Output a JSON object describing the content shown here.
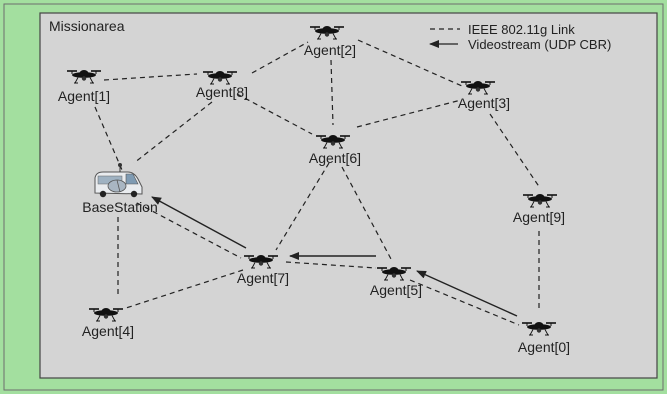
{
  "area": {
    "title": "Missionarea"
  },
  "legend": {
    "link_label": "IEEE 802.11g Link",
    "stream_label": "Videostream (UDP CBR)"
  },
  "base_station": {
    "label": "BaseStation"
  },
  "agents": [
    {
      "id": "agent-0",
      "label": "Agent[0]"
    },
    {
      "id": "agent-1",
      "label": "Agent[1]"
    },
    {
      "id": "agent-2",
      "label": "Agent[2]"
    },
    {
      "id": "agent-3",
      "label": "Agent[3]"
    },
    {
      "id": "agent-4",
      "label": "Agent[4]"
    },
    {
      "id": "agent-5",
      "label": "Agent[5]"
    },
    {
      "id": "agent-6",
      "label": "Agent[6]"
    },
    {
      "id": "agent-7",
      "label": "Agent[7]"
    },
    {
      "id": "agent-8",
      "label": "Agent[8]"
    },
    {
      "id": "agent-9",
      "label": "Agent[9]"
    }
  ],
  "links": [
    [
      "agent-1",
      "agent-8"
    ],
    [
      "agent-8",
      "agent-2"
    ],
    [
      "agent-2",
      "agent-3"
    ],
    [
      "agent-2",
      "agent-6"
    ],
    [
      "agent-8",
      "agent-6"
    ],
    [
      "agent-6",
      "agent-3"
    ],
    [
      "agent-3",
      "agent-9"
    ],
    [
      "agent-9",
      "agent-0"
    ],
    [
      "agent-1",
      "base-station"
    ],
    [
      "agent-8",
      "base-station"
    ],
    [
      "base-station",
      "agent-4"
    ],
    [
      "base-station",
      "agent-7"
    ],
    [
      "agent-7",
      "agent-4"
    ],
    [
      "agent-6",
      "agent-7"
    ],
    [
      "agent-6",
      "agent-5"
    ],
    [
      "agent-7",
      "agent-5"
    ],
    [
      "agent-5",
      "agent-0"
    ]
  ],
  "streams": [
    [
      "agent-0",
      "agent-5"
    ],
    [
      "agent-5",
      "agent-7"
    ],
    [
      "agent-7",
      "base-station"
    ]
  ],
  "colors": {
    "background": "#a3df9f",
    "area_fill": "#d4d4d4",
    "border": "#444444",
    "line": "#222222"
  }
}
